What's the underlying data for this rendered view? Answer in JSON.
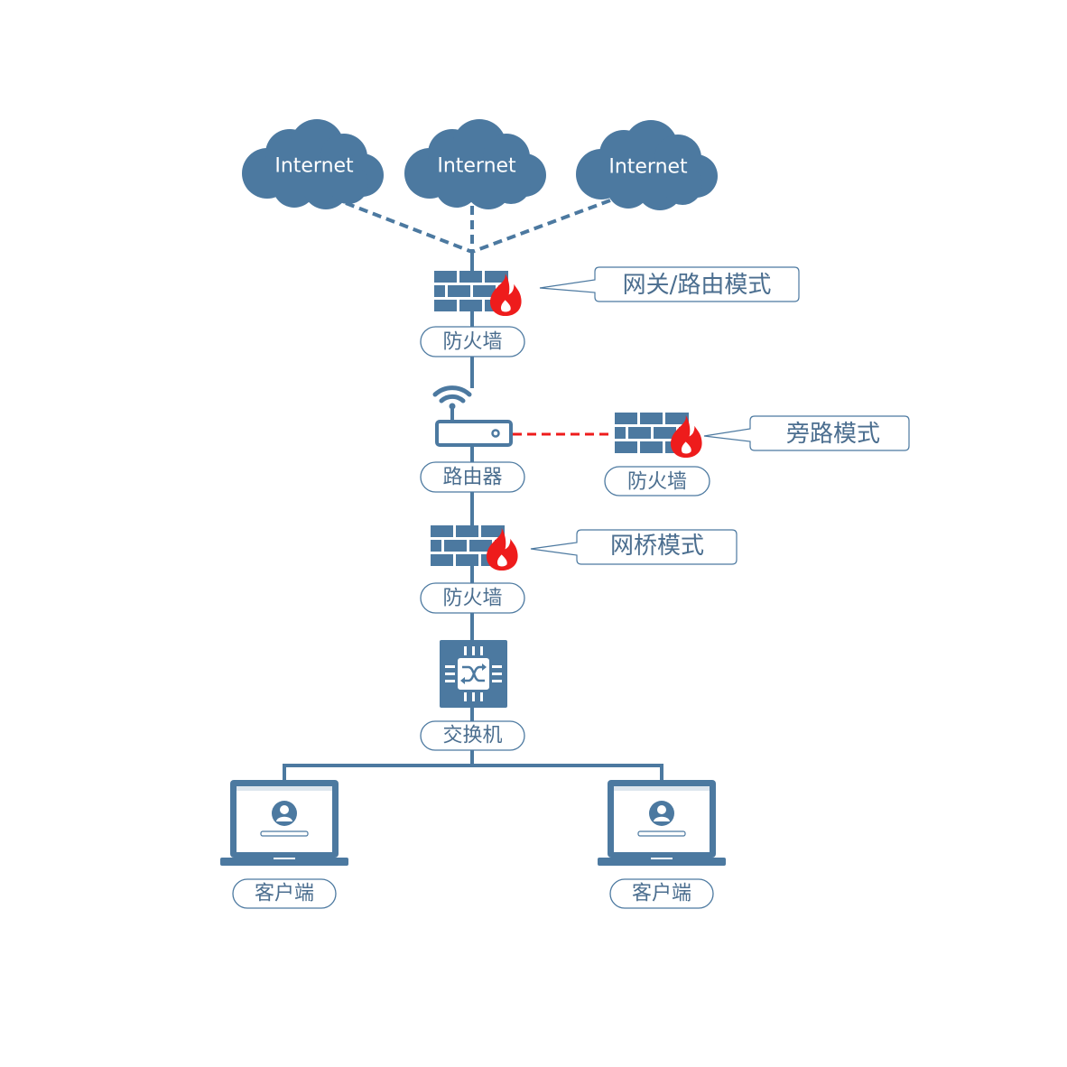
{
  "title": "Firewall deployment modes network diagram",
  "colors": {
    "device": "#4c79a0",
    "label_text": "#4b6e8f",
    "flame": "#ee1c1c",
    "bypass_link": "#ee1c1c",
    "background": "#ffffff"
  },
  "clouds": [
    {
      "id": "internet-1",
      "label": "Internet",
      "icon": "cloud-icon"
    },
    {
      "id": "internet-2",
      "label": "Internet",
      "icon": "cloud-icon"
    },
    {
      "id": "internet-3",
      "label": "Internet",
      "icon": "cloud-icon"
    }
  ],
  "nodes": {
    "firewall_gateway": {
      "label": "防火墙",
      "icon": "firewall-icon"
    },
    "router": {
      "label": "路由器",
      "icon": "wifi-router-icon"
    },
    "firewall_bypass": {
      "label": "防火墙",
      "icon": "firewall-icon"
    },
    "firewall_bridge": {
      "label": "防火墙",
      "icon": "firewall-icon"
    },
    "switch": {
      "label": "交换机",
      "icon": "switch-icon"
    },
    "client_left": {
      "label": "客户端",
      "icon": "laptop-icon"
    },
    "client_right": {
      "label": "客户端",
      "icon": "laptop-icon"
    }
  },
  "callouts": {
    "gateway_mode": "网关/路由模式",
    "bypass_mode": "旁路模式",
    "bridge_mode": "网桥模式"
  },
  "links": [
    {
      "from": "internet-1",
      "to": "firewall_gateway",
      "style": "dashed"
    },
    {
      "from": "internet-2",
      "to": "firewall_gateway",
      "style": "dashed"
    },
    {
      "from": "internet-3",
      "to": "firewall_gateway",
      "style": "dashed"
    },
    {
      "from": "firewall_gateway",
      "to": "router",
      "style": "solid"
    },
    {
      "from": "router",
      "to": "firewall_bypass",
      "style": "dashed-red"
    },
    {
      "from": "router",
      "to": "firewall_bridge",
      "style": "solid"
    },
    {
      "from": "firewall_bridge",
      "to": "switch",
      "style": "solid"
    },
    {
      "from": "switch",
      "to": "client_left",
      "style": "solid"
    },
    {
      "from": "switch",
      "to": "client_right",
      "style": "solid"
    }
  ]
}
